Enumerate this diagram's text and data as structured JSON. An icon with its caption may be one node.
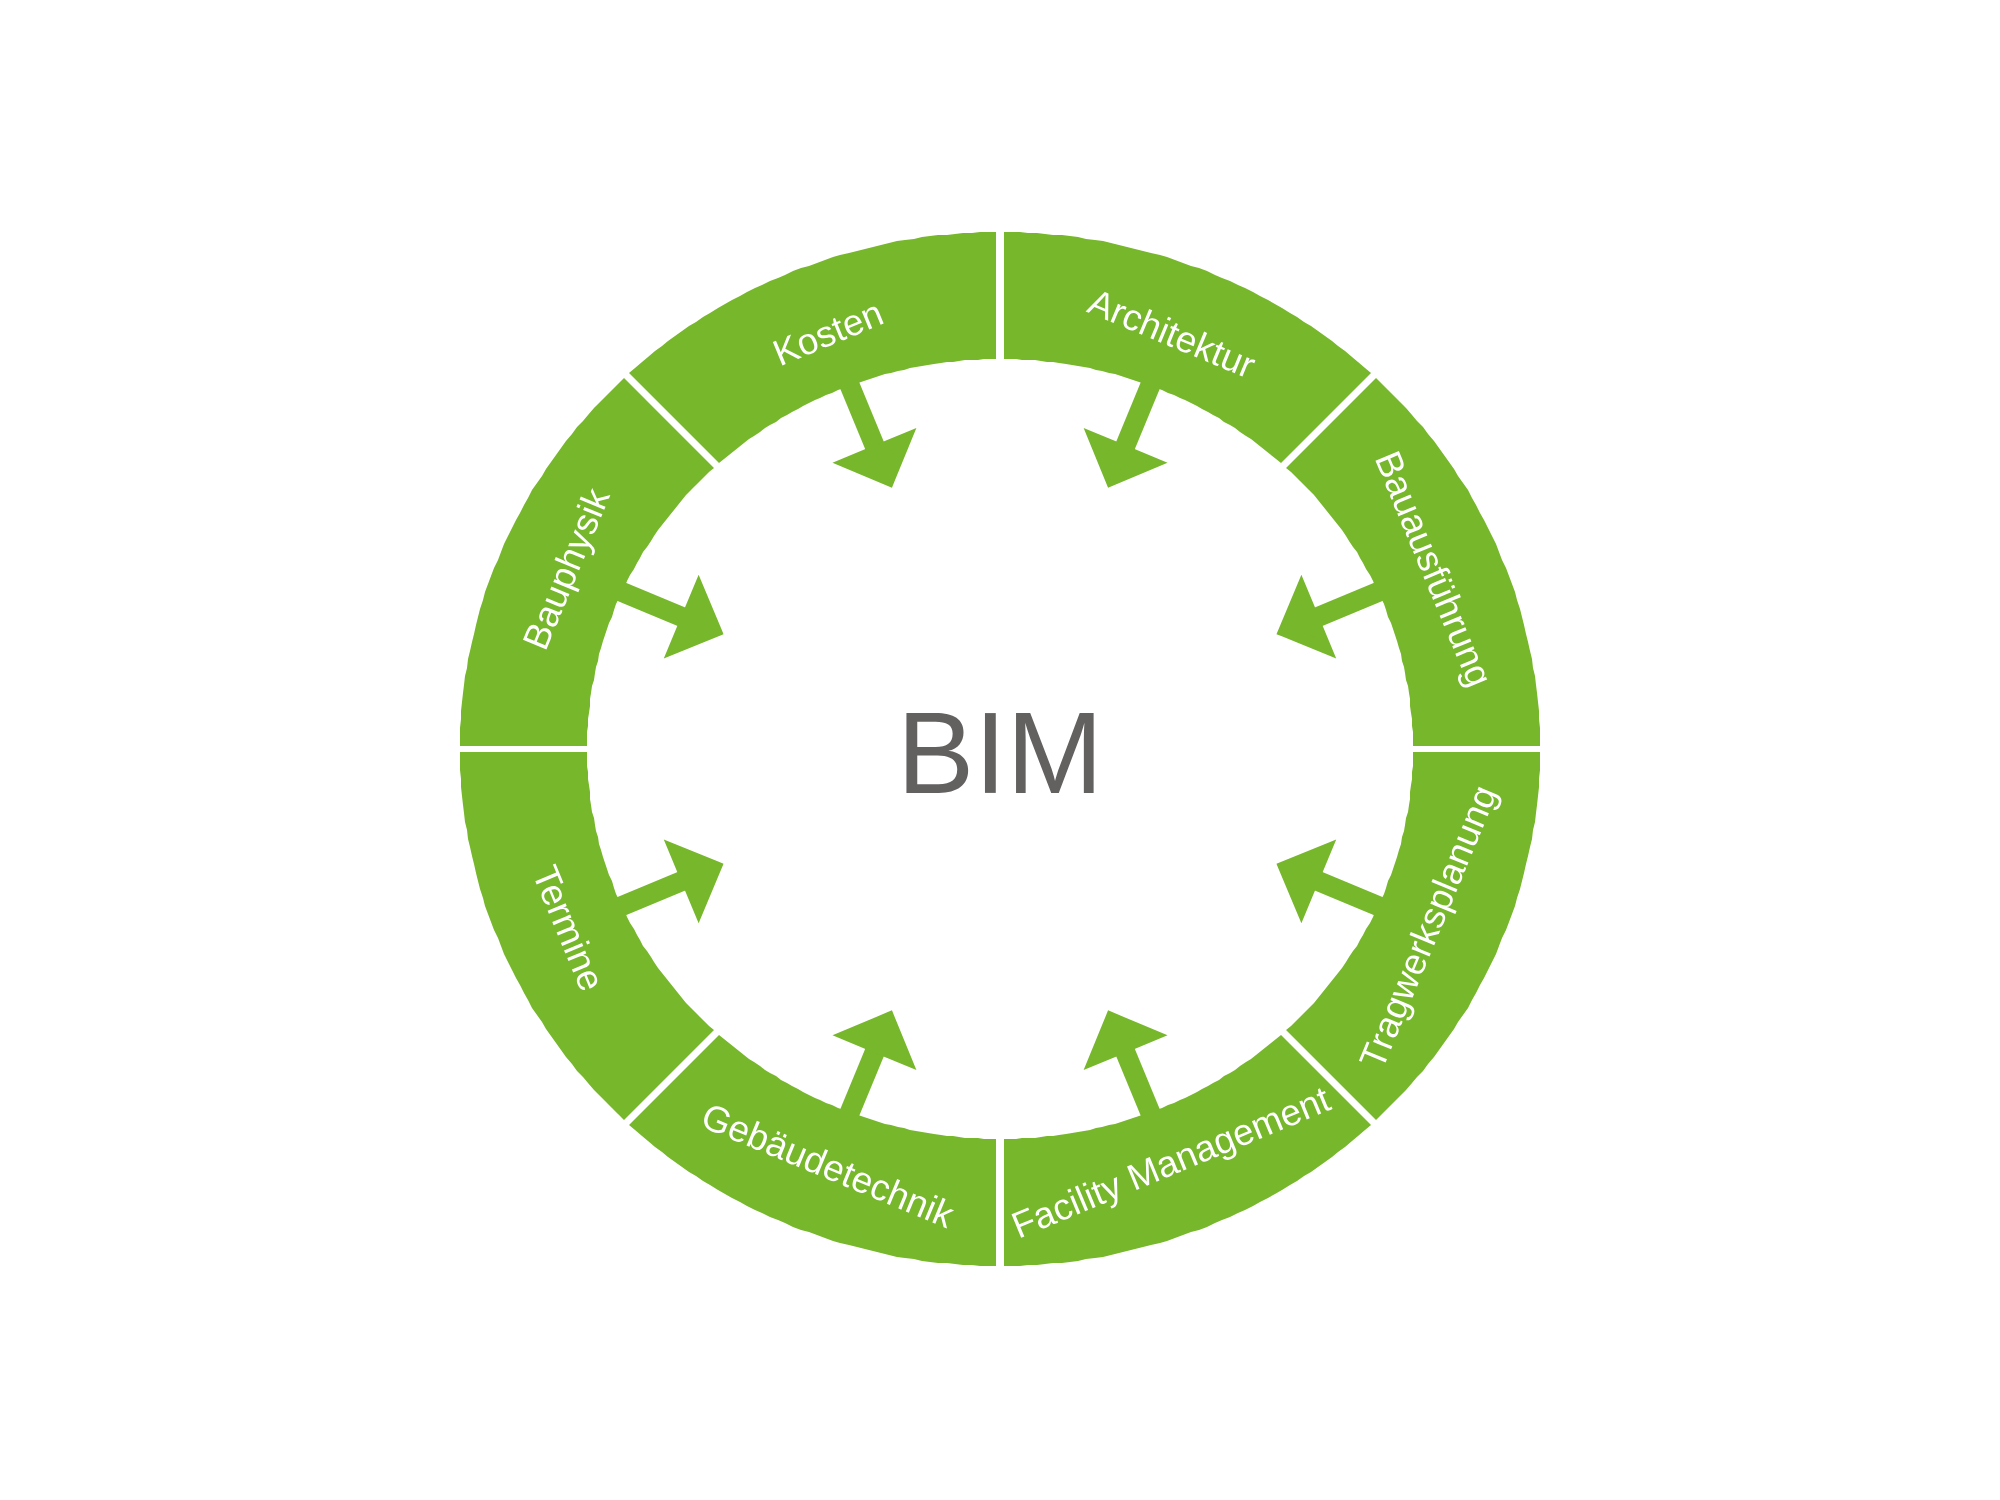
{
  "diagram": {
    "nodes": [
      {
        "text": [
          "Kosten"
        ]
      },
      {
        "text": [
          "Architektur"
        ]
      },
      {
        "text": [
          "Bauphysik"
        ]
      },
      {
        "text": [
          "Bauausführung"
        ]
      },
      {
        "text": [
          "BIM"
        ]
      },
      {
        "text": [
          "Termine"
        ]
      },
      {
        "text": [
          "Tragwerksplanung"
        ]
      },
      {
        "text": [
          "Gebäudetechnik"
        ]
      },
      {
        "text": [
          "Facility Management"
        ]
      }
    ],
    "edges": [
      {
        "from": 0,
        "to": null,
        "arrow": "to"
      },
      {
        "from": 1,
        "to": null,
        "arrow": "to"
      },
      {
        "from": 2,
        "to": null,
        "arrow": "to"
      },
      {
        "from": 3,
        "to": null,
        "arrow": "to"
      },
      {
        "from": 5,
        "to": null,
        "arrow": "to"
      },
      {
        "from": 6,
        "to": null,
        "arrow": "to"
      },
      {
        "from": 7,
        "to": null,
        "arrow": "to"
      },
      {
        "from": 8,
        "to": null,
        "arrow": "to"
      }
    ]
  }
}
